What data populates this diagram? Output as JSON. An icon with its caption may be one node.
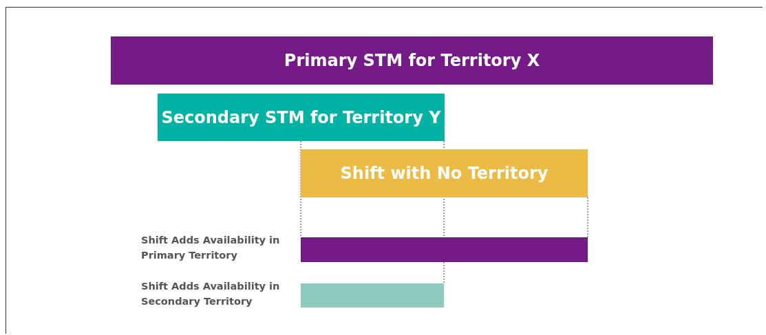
{
  "diagram": {
    "nodes": [
      {
        "text": [
          "Primary STM for Territory X"
        ]
      },
      {
        "text": [
          "Secondary STM for Territory Y"
        ]
      },
      {
        "text": [
          "Shift with No Territory"
        ]
      },
      {
        "text": [],
        "shape": "bar",
        "beside": [
          "Shift Adds Availability in Primary Territory"
        ]
      },
      {
        "text": [],
        "shape": "bar",
        "beside": [
          "Shift Adds Availability in Secondary Territory"
        ]
      }
    ],
    "edges": []
  }
}
